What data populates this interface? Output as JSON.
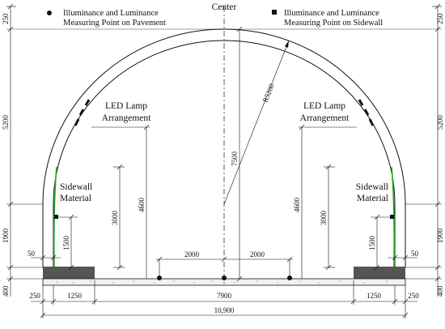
{
  "legend": {
    "pavement_point": "Illuminance and Luminance",
    "pavement_point_2": "Measuring Point on Pavement",
    "sidewall_point": "Illuminance and Luminance",
    "sidewall_point_2": "Measuring Point on Sidewall"
  },
  "labels": {
    "center": "Center",
    "led_left_1": "LED Lamp",
    "led_left_2": "Arrangement",
    "led_right_1": "LED Lamp",
    "led_right_2": "Arrangement",
    "sidewall_left_1": "Sidewall",
    "sidewall_left_2": "Material",
    "sidewall_right_1": "Sidewall",
    "sidewall_right_2": "Material",
    "radius": "R5200"
  },
  "dimensions": {
    "left_top": "250",
    "left_arch": "5200",
    "left_wall": "1900",
    "left_base": "400",
    "right_top": "250",
    "right_arch": "5200",
    "right_wall": "1900",
    "right_base": "400",
    "center_height": "7500",
    "lamp_height_left": "4600",
    "lamp_height_right": "4600",
    "sidewall_height_left": "3000",
    "sidewall_height_right": "3000",
    "point_height_left": "1500",
    "point_height_right": "1500",
    "wall_offset_left": "50",
    "wall_offset_right": "50",
    "spacing_left": "2000",
    "spacing_right": "2000",
    "bottom_250_left": "250",
    "bottom_1250_left": "1250",
    "bottom_7900": "7900",
    "bottom_1250_right": "1250",
    "bottom_250_right": "250",
    "total_width": "10,900"
  },
  "colors": {
    "line": "#111111",
    "sidewall_material": "#22aa22",
    "base_fill": "#555555",
    "center_line": "#333333"
  },
  "icons": {
    "pavement_point": "filled-circle",
    "sidewall_point": "filled-square"
  }
}
